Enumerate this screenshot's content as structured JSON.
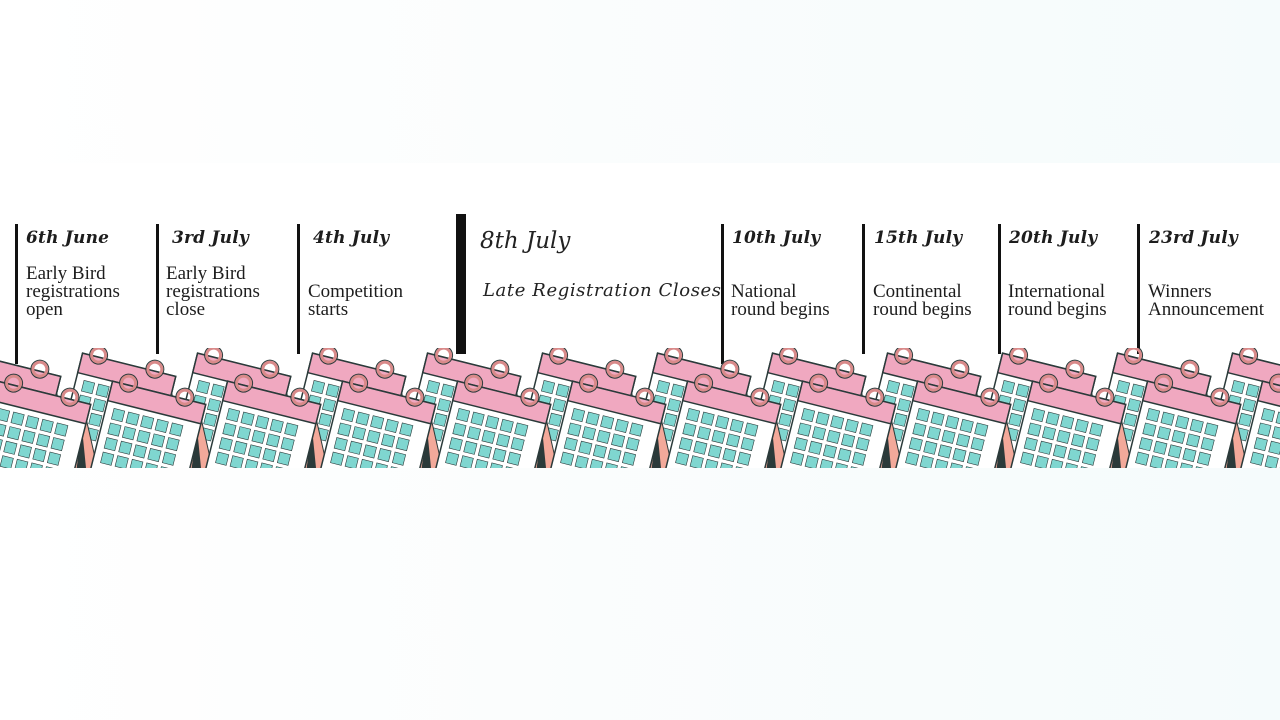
{
  "milestones": [
    {
      "date": "6th June",
      "label": "Early Bird\nregistrations\nopen"
    },
    {
      "date": "3rd July",
      "label": "Early Bird\nregistrations\nclose"
    },
    {
      "date": "4th July",
      "label": "Competition\nstarts"
    },
    {
      "date": "10th July",
      "label": "National\nround begins"
    },
    {
      "date": "15th July",
      "label": "Continental\nround begins"
    },
    {
      "date": "20th July",
      "label": "International\nround begins"
    },
    {
      "date": "23rd July",
      "label": "Winners\nAnnouncement"
    }
  ],
  "featured": {
    "date": "8th July",
    "label": "Late Registration Closes"
  },
  "colors": {
    "calendar_header": "#f0a8c0",
    "calendar_grid": "#7fd6d0",
    "calendar_body": "#ffffff",
    "calendar_outline": "#2b3a3a",
    "stand": "#f3a99a",
    "ring": "#d98a8a"
  }
}
